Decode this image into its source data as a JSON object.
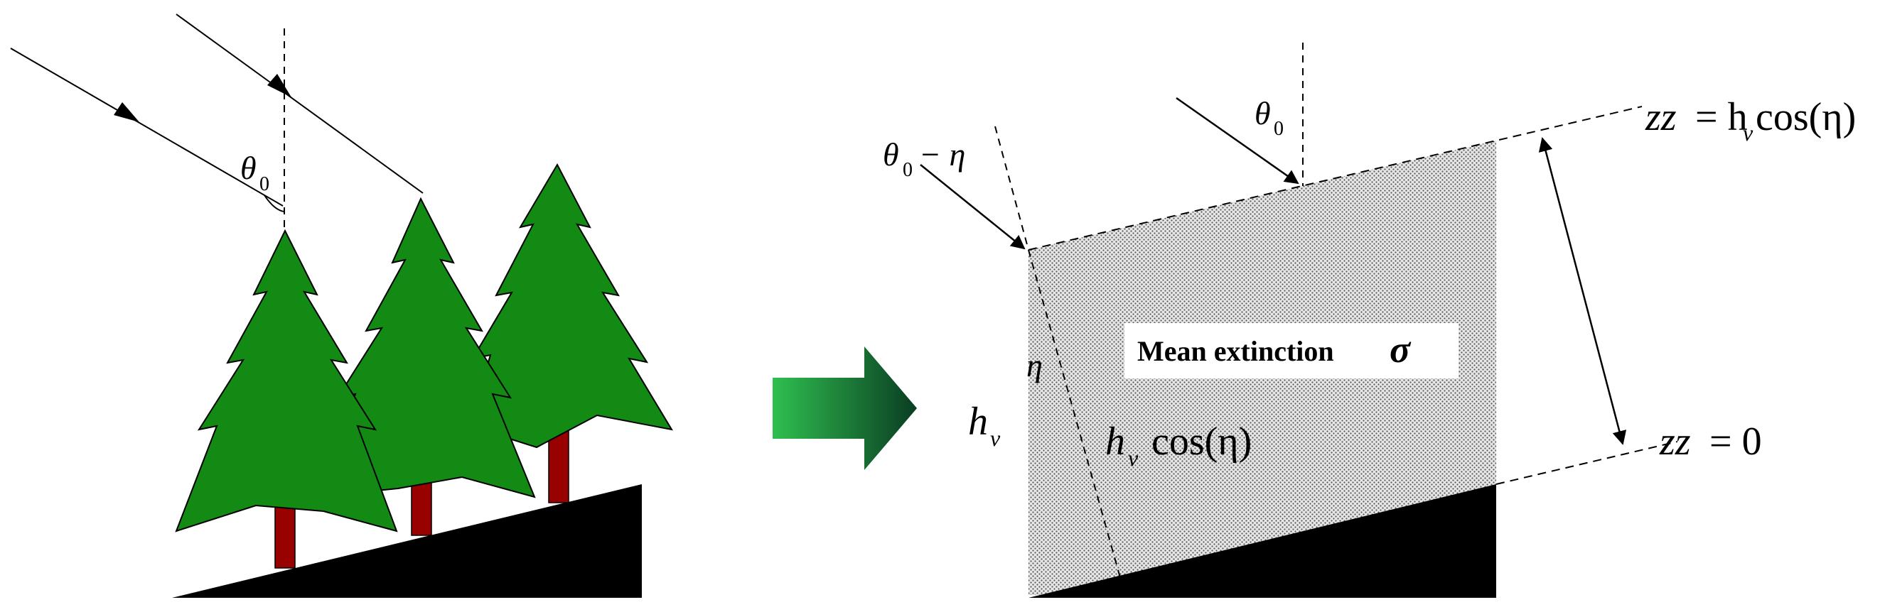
{
  "labels": {
    "theta0_left": "θ",
    "theta0_left_sub": "0",
    "theta0_right": "θ",
    "theta0_right_sub": "0",
    "theta0_minus_eta": "θ",
    "theta0_minus_eta_sub": "0",
    "theta0_minus_eta_tail": "− η",
    "eta": "η",
    "hv": "h",
    "hv_sub": "v",
    "hv_cos": "h",
    "hv_cos_sub": "v",
    "hv_cos_tail": "cos(η)",
    "zz_top": "zz",
    "zz_top_eq": "= h",
    "zz_top_sub": "v",
    "zz_top_cos": "cos(η)",
    "zz_bottom": "zz",
    "zz_bottom_eq": "= 0",
    "mean_extinction": "Mean extinction",
    "sigma": "σ"
  },
  "colors": {
    "tree_green": "#138a13",
    "trunk_red": "#990000",
    "ground": "#000000",
    "layer_fill": "#d4d4d4",
    "arrow_light": "#2fbf4f",
    "arrow_dark": "#0a3d22"
  }
}
